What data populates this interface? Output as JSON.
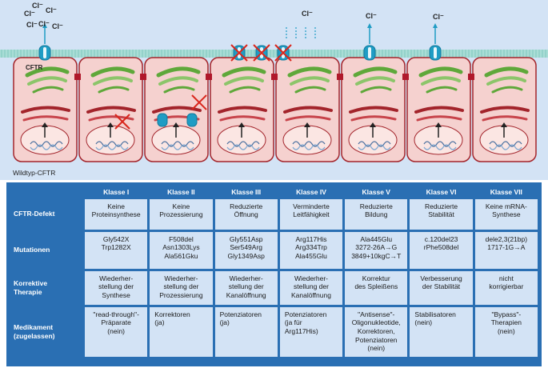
{
  "figure": {
    "cftr_label": "CFTR",
    "caption": "Wildtyp-CFTR",
    "chloride_label": "Cl⁻",
    "colors": {
      "background": "#d3e3f5",
      "membrane": "#a9ddd6",
      "cell_fill": "#f5d1cf",
      "cell_border": "#a3242b",
      "junction": "#b0182b",
      "golgi": "#5fa83a",
      "er": "#a3242b",
      "channel": "#1f9cc4",
      "cross": "#d9261c"
    }
  },
  "table": {
    "colors": {
      "frame": "#2a6fb3",
      "cell": "#d3e3f5"
    },
    "columns": [
      "Klasse I",
      "Klasse II",
      "Klasse III",
      "Klasse IV",
      "Klasse V",
      "Klasse VI",
      "Klasse VII"
    ],
    "rows": [
      {
        "label": "CFTR-Defekt",
        "cells": [
          "Keine\nProteinsynthese",
          "Keine\nProzessierung",
          "Reduzierte\nÖffnung",
          "Verminderte\nLeitfähigkeit",
          "Reduzierte\nBildung",
          "Reduzierte\nStabilität",
          "Keine mRNA-\nSynthese"
        ]
      },
      {
        "label": "Mutationen",
        "cells": [
          "Gly542X\nTrp1282X",
          "F508del\nAsn1303Lys\nAla561Gku",
          "Gly551Asp\nSer549Arg\nGly1349Asp",
          "Arg117His\nArg334Trp\nAla455Glu",
          "Ala445Glu\n3272-26A→G\n3849+10kgC→T",
          "c.120del23\nrPhe508del",
          "dele2,3(21bp)\n1717-1G→A"
        ]
      },
      {
        "label": "Korrektive\nTherapie",
        "cells": [
          "Wiederher-\nstellung der\nSynthese",
          "Wiederher-\nstellung der\nProzessierung",
          "Wiederher-\nstellung der\nKanalöffnung",
          "Wiederher-\nstellung der\nKanalöffnung",
          "Korrektur\ndes Spleißens",
          "Verbesserung\nder Stabilität",
          "nicht\nkorrigierbar"
        ]
      },
      {
        "label": "Medikament\n(zugelassen)",
        "cells": [
          "\"read-through\"-\nPräparate\n(nein)",
          "Korrektoren\n(ja)",
          "Potenziatoren\n(ja)",
          "Potenziatoren\n(ja für\nArg117His)",
          "\"Antisense\"-\nOligonukleotide,\nKorrektoren,\nPotenziatoren\n(nein)",
          "Stabilisatoren\n(nein)",
          "\"Bypass\"-\nTherapien\n(nein)"
        ]
      }
    ]
  }
}
